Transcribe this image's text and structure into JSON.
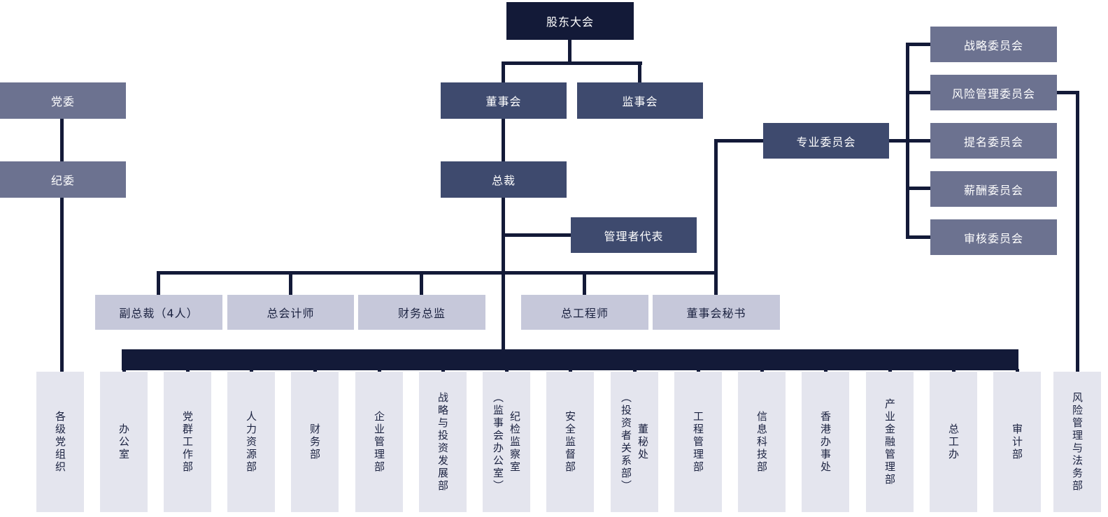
{
  "org": {
    "shareholders": "股东大会",
    "board": "董事会",
    "supervisory": "监事会",
    "party_committee": "党委",
    "discipline_committee": "纪委",
    "president": "总裁",
    "management_rep": "管理者代表",
    "special_committees": "专业委员会",
    "committees": [
      "战略委员会",
      "风险管理委员会",
      "提名委员会",
      "薪酬委员会",
      "审核委员会"
    ],
    "executives": [
      "副总裁（4人）",
      "总会计师",
      "财务总监",
      "总工程师",
      "董事会秘书"
    ],
    "departments": [
      "各级党组织",
      "办公室",
      "党群工作部",
      "人力资源部",
      "财务部",
      "企业管理部",
      "战略与投资发展部",
      "纪检监察室\n（监事会办公室）",
      "安全监督部",
      "董秘处\n（投资者关系部）",
      "工程管理部",
      "信息科技部",
      "香港办事处",
      "产业金融管理部",
      "总工办",
      "审计部",
      "风险管理与法务部"
    ]
  },
  "colors": {
    "line_navy": "#131a38",
    "node_dark": "#131a38",
    "node_medium": "#3e4a6e",
    "node_slate": "#6c7290",
    "node_lavender": "#c6c8da",
    "node_pale": "#e4e5ee",
    "background": "#ffffff"
  }
}
